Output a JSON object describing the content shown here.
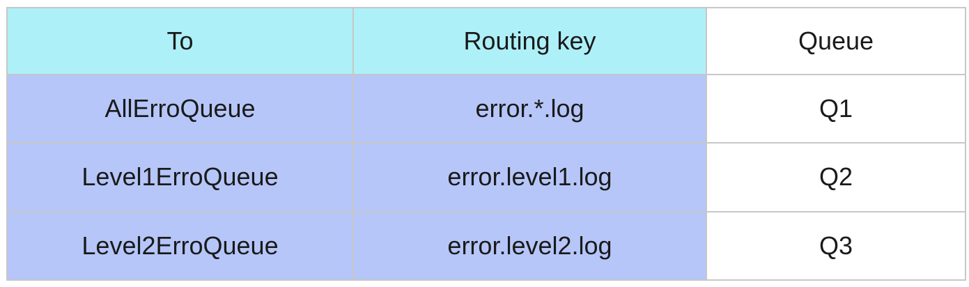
{
  "table": {
    "headers": [
      "To",
      "Routing key",
      "Queue"
    ],
    "rows": [
      [
        "AllErroQueue",
        "error.*.log",
        "Q1"
      ],
      [
        "Level1ErroQueue",
        "error.level1.log",
        "Q2"
      ],
      [
        "Level2ErroQueue",
        "error.level2.log",
        "Q3"
      ]
    ]
  },
  "colors": {
    "header_highlight": "#aef0f8",
    "body_highlight": "#b6c6f9",
    "plain": "#ffffff",
    "border": "#c7c7c7",
    "text": "#1a1a1a"
  }
}
